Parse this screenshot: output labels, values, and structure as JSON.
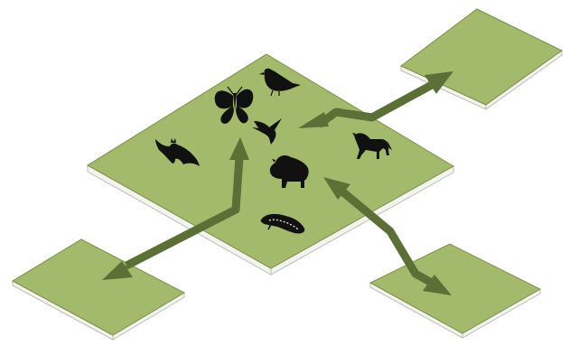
{
  "diagram": {
    "colors": {
      "tile_top": "#a3b96c",
      "tile_edge": "#f4f4ee",
      "arrow": "#5b6f36",
      "silhouette": "#111111"
    },
    "center_patch": {
      "icons": [
        "butterfly-icon",
        "bird-icon",
        "swallow-icon",
        "bat-icon",
        "bison-icon",
        "horse-icon",
        "salamander-icon"
      ]
    },
    "satellite_patches": [
      "top-right",
      "bottom-left",
      "bottom-right"
    ],
    "connections": [
      {
        "from": "center",
        "to": "top-right",
        "bidirectional": true
      },
      {
        "from": "center",
        "to": "bottom-left",
        "bidirectional": true
      },
      {
        "from": "center",
        "to": "bottom-right",
        "bidirectional": true
      }
    ]
  }
}
